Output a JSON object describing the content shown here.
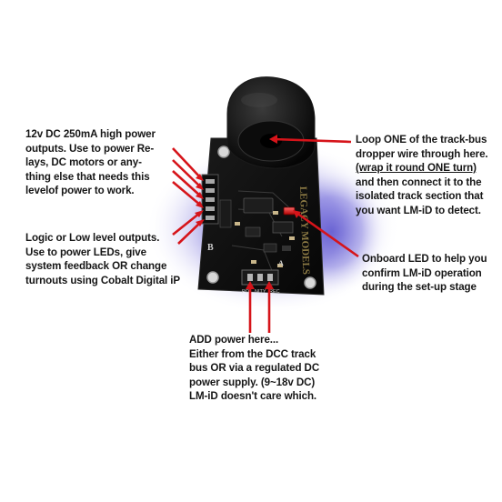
{
  "annotations": {
    "high_power": {
      "lines": [
        "12v DC 250mA high power",
        "outputs. Use to power Re-",
        "lays, DC motors or any-",
        "thing else that needs this",
        "levelof power to work."
      ]
    },
    "logic": {
      "lines": [
        "Logic or Low level outputs.",
        "Use to power LEDs, give",
        "system feedback OR change",
        "turnouts using Cobalt Digital iP"
      ]
    },
    "loop": {
      "lines": [
        "Loop ONE of the track-bus",
        "dropper wire through here."
      ],
      "underlined": "(wrap it round ONE turn)",
      "lines_after": [
        "and then connect it to the",
        "isolated track section that",
        "you want LM-iD to detect."
      ]
    },
    "led": {
      "lines": [
        "Onboard LED to help you",
        "confirm LM-iD operation",
        "during the set-up stage"
      ]
    },
    "power": {
      "lines": [
        "ADD power here...",
        "Either from the DCC track",
        "bus OR via a regulated DC",
        "power supply. (9~18v DC)",
        "LM-iD doesn't care which."
      ]
    }
  },
  "board": {
    "brand_text": "LEGACY MODELS",
    "connector_labels": [
      "POL",
      "NITY",
      "REC"
    ],
    "side_letter": "B",
    "side_letter_2": "A"
  },
  "colors": {
    "arrow": "#d6141a",
    "pcb": "#101010",
    "glow": "#4a42c8"
  }
}
